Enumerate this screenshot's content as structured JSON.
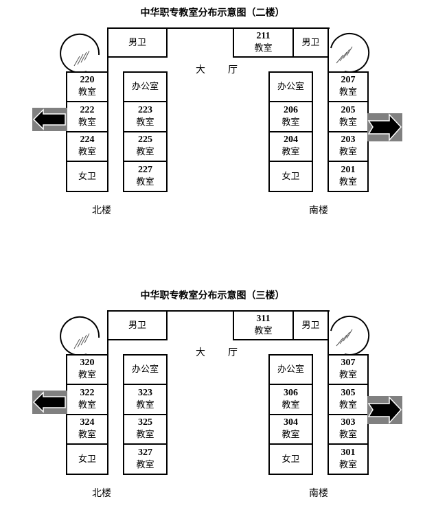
{
  "floors": [
    {
      "title": "中华职专教室分布示意图（二楼）",
      "hall": [
        "大",
        "厅"
      ],
      "top_left": {
        "label": "男卫"
      },
      "top_right_room": {
        "num": "211",
        "label": "教室"
      },
      "top_right_wc": {
        "label": "男卫"
      },
      "north": {
        "name": "北楼",
        "outer": [
          {
            "num": "220",
            "label": "教室"
          },
          {
            "num": "222",
            "label": "教室"
          },
          {
            "num": "224",
            "label": "教室"
          },
          {
            "num": "",
            "label": "女卫"
          }
        ],
        "inner": [
          {
            "num": "",
            "label": "办公室"
          },
          {
            "num": "223",
            "label": "教室"
          },
          {
            "num": "225",
            "label": "教室"
          },
          {
            "num": "227",
            "label": "教室"
          }
        ]
      },
      "south": {
        "name": "南楼",
        "inner": [
          {
            "num": "",
            "label": "办公室"
          },
          {
            "num": "206",
            "label": "教室"
          },
          {
            "num": "204",
            "label": "教室"
          },
          {
            "num": "",
            "label": "女卫"
          }
        ],
        "outer": [
          {
            "num": "207",
            "label": "教室"
          },
          {
            "num": "205",
            "label": "教室"
          },
          {
            "num": "203",
            "label": "教室"
          },
          {
            "num": "201",
            "label": "教室"
          }
        ]
      },
      "exits": {
        "left": "arrow-left",
        "right": "arrow-right"
      }
    },
    {
      "title": "中华职专教室分布示意图（三楼）",
      "hall": [
        "大",
        "厅"
      ],
      "top_left": {
        "label": "男卫"
      },
      "top_right_room": {
        "num": "311",
        "label": "教室"
      },
      "top_right_wc": {
        "label": "男卫"
      },
      "north": {
        "name": "北楼",
        "outer": [
          {
            "num": "320",
            "label": "教室"
          },
          {
            "num": "322",
            "label": "教室"
          },
          {
            "num": "324",
            "label": "教室"
          },
          {
            "num": "",
            "label": "女卫"
          }
        ],
        "inner": [
          {
            "num": "",
            "label": "办公室"
          },
          {
            "num": "323",
            "label": "教室"
          },
          {
            "num": "325",
            "label": "教室"
          },
          {
            "num": "327",
            "label": "教室"
          }
        ]
      },
      "south": {
        "name": "南楼",
        "inner": [
          {
            "num": "",
            "label": "办公室"
          },
          {
            "num": "306",
            "label": "教室"
          },
          {
            "num": "304",
            "label": "教室"
          },
          {
            "num": "",
            "label": "女卫"
          }
        ],
        "outer": [
          {
            "num": "307",
            "label": "教室"
          },
          {
            "num": "305",
            "label": "教室"
          },
          {
            "num": "303",
            "label": "教室"
          },
          {
            "num": "301",
            "label": "教室"
          }
        ]
      },
      "exits": {
        "left": "arrow-left",
        "right": "arrow-right"
      }
    }
  ],
  "colors": {
    "line": "#000000",
    "arrow_bg": "#808080",
    "arrow_fill": "#000000",
    "arrow_outline": "#ffffff"
  }
}
